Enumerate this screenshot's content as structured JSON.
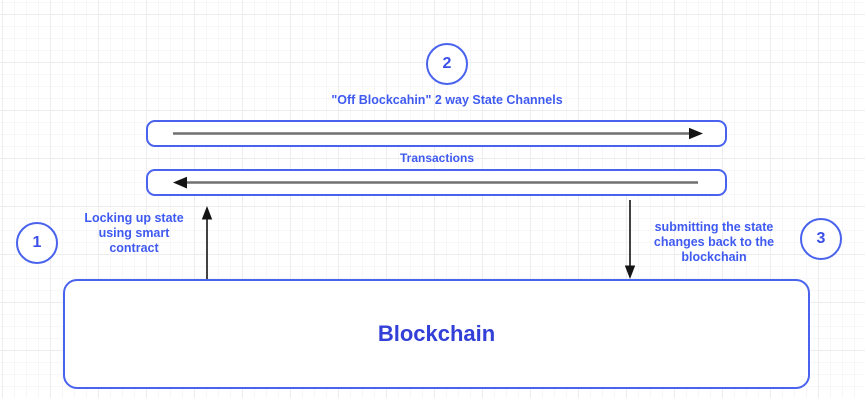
{
  "diagram": {
    "title": "\"Off Blockcahin\" 2 way State Channels",
    "channel_label": "Transactions",
    "blockchain_label": "Blockchain",
    "steps": [
      {
        "number": "1",
        "label": "Locking up state\nusing smart\ncontract"
      },
      {
        "number": "2",
        "label": "\"Off Blockcahin\" 2 way State Channels"
      },
      {
        "number": "3",
        "label": "submitting the state\nchanges back to the\nblockchain"
      }
    ],
    "colors": {
      "accent": "#4a63ee",
      "label_text": "#3f5af0",
      "number_text": "#3b50e8",
      "blockchain_text": "#3340d8",
      "arrow_line": "#707070",
      "arrow_head": "#141414",
      "grid_major": "#ededf0",
      "grid_minor": "#f7f7f9"
    }
  }
}
